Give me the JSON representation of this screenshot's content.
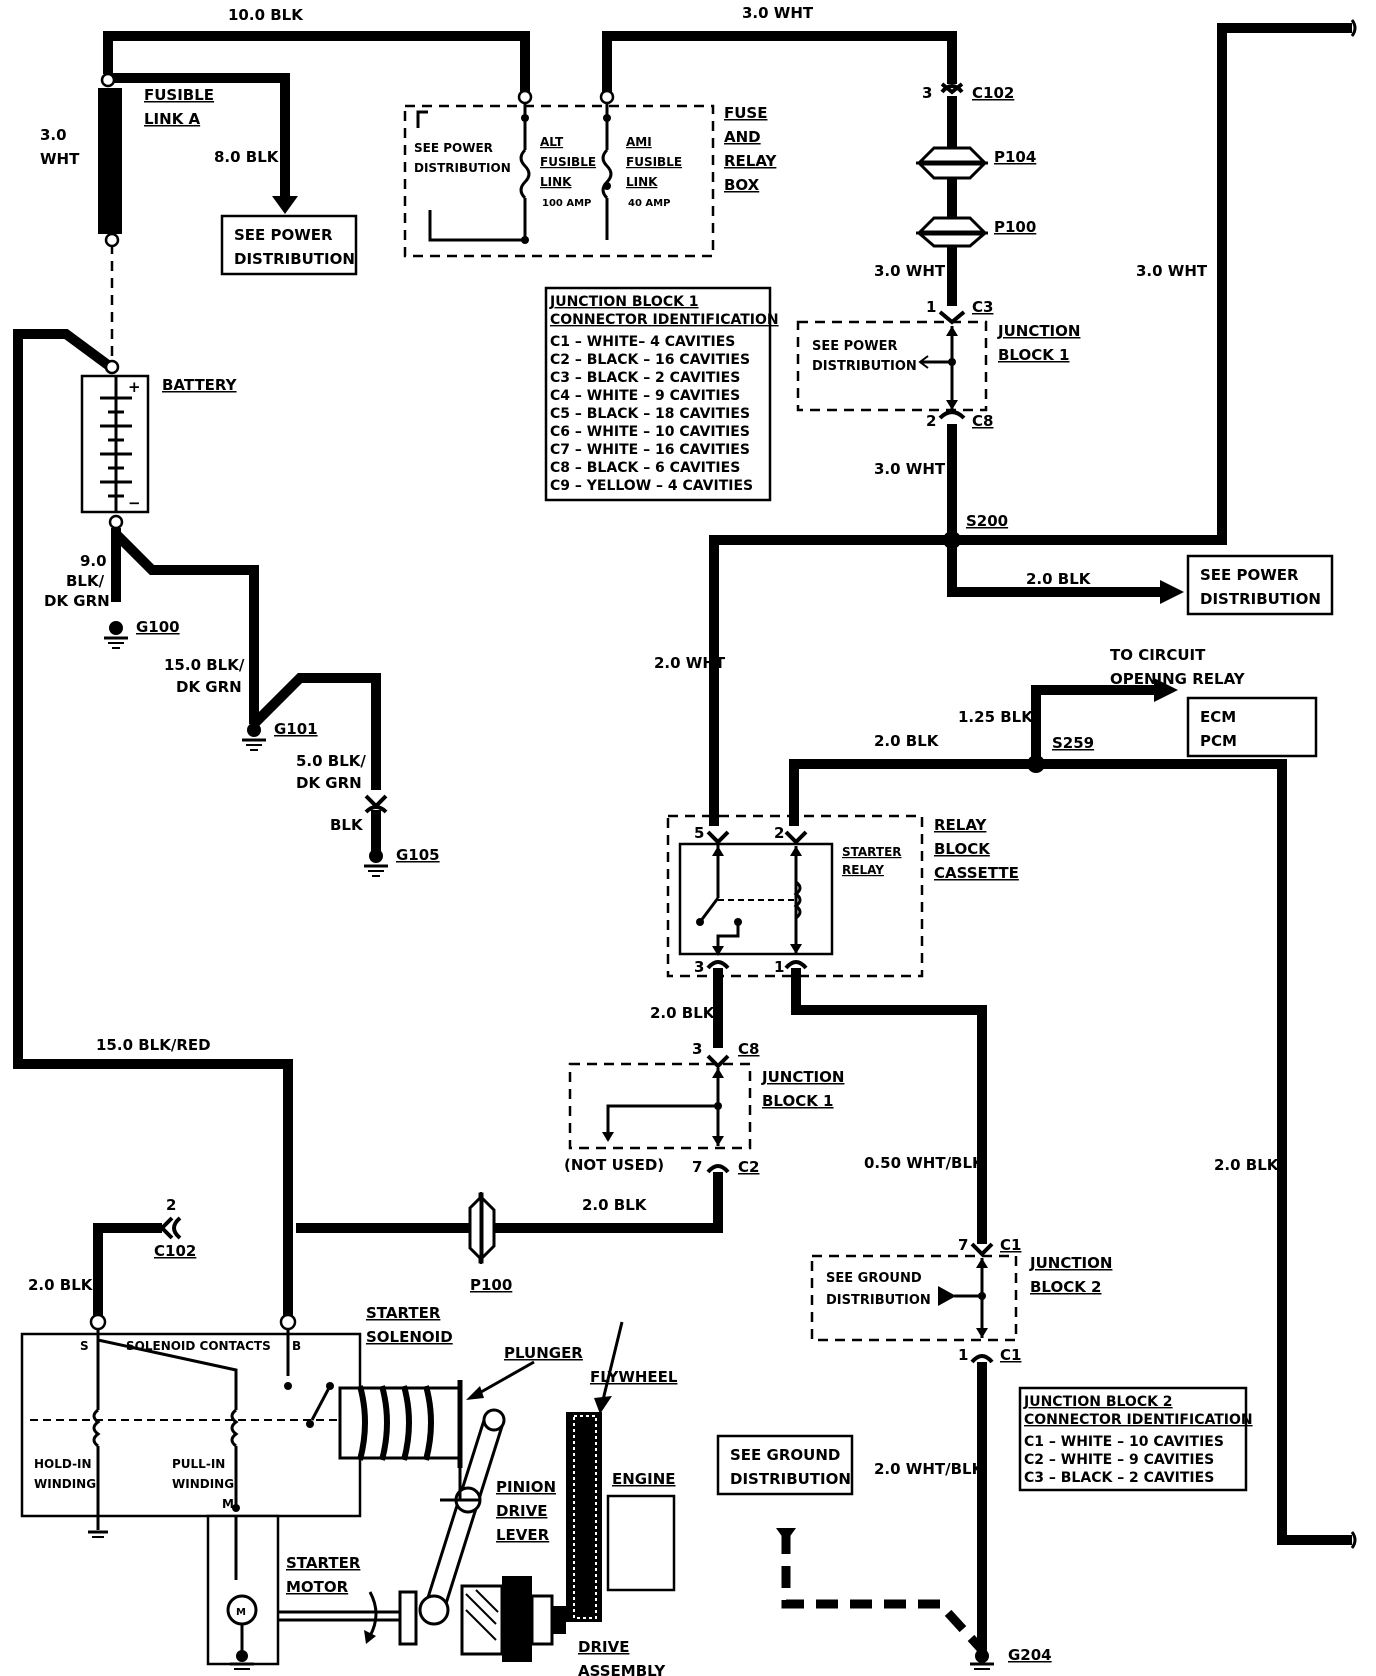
{
  "wires": {
    "w_10blk": "10.0 BLK",
    "w_3wht_top": "3.0 WHT",
    "w_3wht_left": "3.0",
    "w_3wht_left2": "WHT",
    "w_8blk": "8.0 BLK",
    "w_3wht_a": "3.0 WHT",
    "w_3wht_b": "3.0 WHT",
    "w_3wht_c": "3.0 WHT",
    "w_2blk_pd": "2.0 BLK",
    "w_9blk_1": "9.0",
    "w_9blk_2": "BLK/",
    "w_9blk_3": "DK GRN",
    "w_15blk_1": "15.0 BLK/",
    "w_15blk_2": "DK GRN",
    "w_5blk_1": "5.0 BLK/",
    "w_5blk_2": "DK GRN",
    "w_blk": "BLK",
    "w_2wht": "2.0 WHT",
    "w_125blk": "1.25 BLK",
    "w_2blk_s259": "2.0 BLK",
    "w_2blk_c8": "2.0 BLK",
    "w_15blkred": "15.0 BLK/RED",
    "w_2blk_p100": "2.0 BLK",
    "w_2blk_left": "2.0 BLK",
    "w_050": "0.50 WHT/BLK",
    "w_2blk_right": "2.0 BLK",
    "w_2whtblk": "2.0 WHT/BLK"
  },
  "connectors": {
    "c102_top": "C102",
    "c102_top_pin": "3",
    "p104": "P104",
    "p100_top": "P100",
    "c3": "C3",
    "c3_pin": "1",
    "c8_top": "C8",
    "c8_top_pin": "2",
    "s200": "S200",
    "s259": "S259",
    "relay_pin5": "5",
    "relay_pin2": "2",
    "relay_pin3": "3",
    "relay_pin1": "1",
    "c8_mid": "C8",
    "c8_mid_pin": "3",
    "c2": "C2",
    "c2_pin": "7",
    "c102_bot": "C102",
    "c102_bot_pin": "2",
    "p100_bot": "P100",
    "c1_top": "C1",
    "c1_top_pin": "7",
    "c1_bot": "C1",
    "c1_bot_pin": "1",
    "g100": "G100",
    "g101": "G101",
    "g105": "G105",
    "g204": "G204"
  },
  "components": {
    "fusible_link_1": "FUSIBLE",
    "fusible_link_2": "LINK A",
    "battery": "BATTERY",
    "battery_plus": "+",
    "battery_minus": "−",
    "see_power_1a": "SEE POWER",
    "see_power_1b": "DISTRIBUTION",
    "frb_see_1": "SEE POWER",
    "frb_see_2": "DISTRIBUTION",
    "alt_1": "ALT",
    "alt_2": "FUSIBLE",
    "alt_3": "LINK",
    "alt_4": "100 AMP",
    "ami_1": "AMI",
    "ami_2": "FUSIBLE",
    "ami_3": "LINK",
    "ami_4": "40 AMP",
    "frb_1": "FUSE",
    "frb_2": "AND",
    "frb_3": "RELAY",
    "frb_4": "BOX",
    "jb1_top_see_1": "SEE POWER",
    "jb1_top_see_2": "DISTRIBUTION",
    "jb1_top_1": "JUNCTION",
    "jb1_top_2": "BLOCK 1",
    "see_power_s200_1": "SEE POWER",
    "see_power_s200_2": "DISTRIBUTION",
    "to_cor_1": "TO CIRCUIT",
    "to_cor_2": "OPENING RELAY",
    "ecm": "ECM",
    "pcm": "PCM",
    "starter_relay_1": "STARTER",
    "starter_relay_2": "RELAY",
    "rbc_1": "RELAY",
    "rbc_2": "BLOCK",
    "rbc_3": "CASSETTE",
    "jb1_mid_1": "JUNCTION",
    "jb1_mid_2": "BLOCK 1",
    "not_used": "(NOT USED)",
    "jb2_1": "JUNCTION",
    "jb2_2": "BLOCK 2",
    "jb2_see_1": "SEE GROUND",
    "jb2_see_2": "DISTRIBUTION",
    "sgd_1": "SEE GROUND",
    "sgd_2": "DISTRIBUTION",
    "sol_contacts": "SOLENOID CONTACTS",
    "sol_s": "S",
    "sol_b": "B",
    "sol_m": "M",
    "hold_1": "HOLD-IN",
    "hold_2": "WINDING",
    "pull_1": "PULL-IN",
    "pull_2": "WINDING",
    "starter_sol_1": "STARTER",
    "starter_sol_2": "SOLENOID",
    "plunger": "PLUNGER",
    "flywheel": "FLYWHEEL",
    "engine": "ENGINE",
    "pinion_1": "PINION",
    "pinion_2": "DRIVE",
    "pinion_3": "LEVER",
    "starter_motor_1": "STARTER",
    "starter_motor_2": "MOTOR",
    "motor_m": "M",
    "drive_1": "DRIVE",
    "drive_2": "ASSEMBLY"
  },
  "jb1_table": {
    "title_1": "JUNCTION BLOCK 1",
    "title_2": "CONNECTOR IDENTIFICATION",
    "rows": [
      "C1 – WHITE– 4 CAVITIES",
      "C2 – BLACK – 16 CAVITIES",
      "C3 – BLACK – 2 CAVITIES",
      "C4 – WHITE – 9 CAVITIES",
      "C5 – BLACK – 18 CAVITIES",
      "C6 – WHITE – 10 CAVITIES",
      "C7 – WHITE – 16 CAVITIES",
      "C8 – BLACK – 6 CAVITIES",
      "C9 – YELLOW – 4 CAVITIES"
    ]
  },
  "jb2_table": {
    "title_1": "JUNCTION BLOCK 2",
    "title_2": "CONNECTOR IDENTIFICATION",
    "rows": [
      "C1 – WHITE – 10 CAVITIES",
      "C2 – WHITE – 9 CAVITIES",
      "C3 – BLACK – 2 CAVITIES"
    ]
  }
}
